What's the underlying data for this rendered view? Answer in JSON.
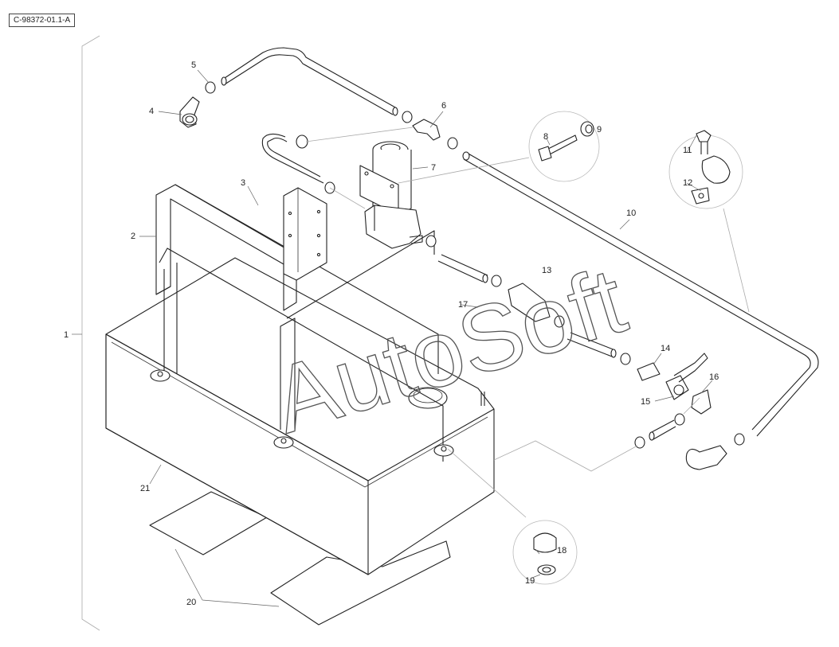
{
  "drawing": {
    "reference_code": "C-98372-01.1-A",
    "watermark": "AutoSoft",
    "callouts": [
      {
        "id": "1",
        "label": "1"
      },
      {
        "id": "2",
        "label": "2"
      },
      {
        "id": "3",
        "label": "3"
      },
      {
        "id": "4",
        "label": "4"
      },
      {
        "id": "5",
        "label": "5"
      },
      {
        "id": "6",
        "label": "6"
      },
      {
        "id": "7",
        "label": "7"
      },
      {
        "id": "8",
        "label": "8"
      },
      {
        "id": "9",
        "label": "9"
      },
      {
        "id": "10",
        "label": "10"
      },
      {
        "id": "11",
        "label": "11"
      },
      {
        "id": "12",
        "label": "12"
      },
      {
        "id": "13",
        "label": "13"
      },
      {
        "id": "14",
        "label": "14"
      },
      {
        "id": "15",
        "label": "15"
      },
      {
        "id": "16",
        "label": "16"
      },
      {
        "id": "17",
        "label": "17"
      },
      {
        "id": "18",
        "label": "18"
      },
      {
        "id": "19",
        "label": "19"
      },
      {
        "id": "20",
        "label": "20"
      },
      {
        "id": "21",
        "label": "21"
      }
    ]
  }
}
